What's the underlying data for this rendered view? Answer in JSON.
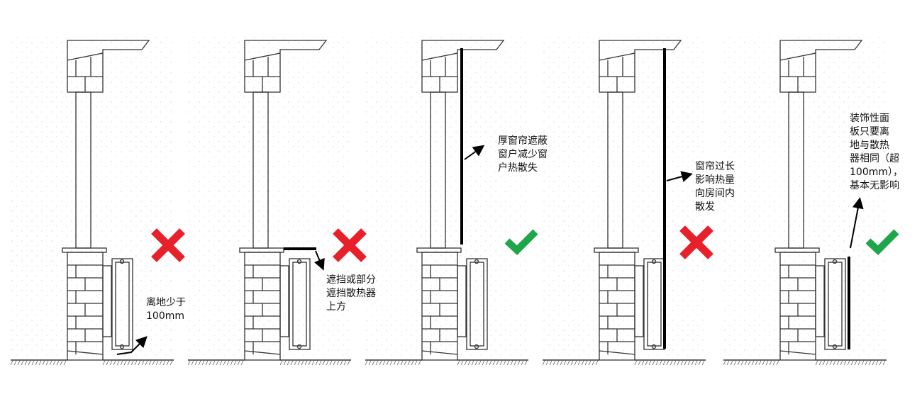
{
  "colors": {
    "cross": "#e8202a",
    "check": "#1fa64a",
    "line": "#333333",
    "bar": "#000000"
  },
  "panels": [
    {
      "id": "too-low",
      "verdict": "cross-icon",
      "label": "离地少于\n100mm"
    },
    {
      "id": "sill-blocking",
      "verdict": "cross-icon",
      "label": "遮挡或部分\n遮挡散热器\n上方"
    },
    {
      "id": "thick-curtain",
      "verdict": "check-icon",
      "label": "厚窗帘遮蔽\n窗户减少窗\n户热散失"
    },
    {
      "id": "curtain-too-long",
      "verdict": "cross-icon",
      "label": "窗帘过长\n影响热量\n向房间内\n散发"
    },
    {
      "id": "decorative-panel",
      "verdict": "check-icon",
      "label": "装饰性面\n板只要离\n地与散热\n器相同（超\n100mm），\n基本无影响"
    }
  ]
}
